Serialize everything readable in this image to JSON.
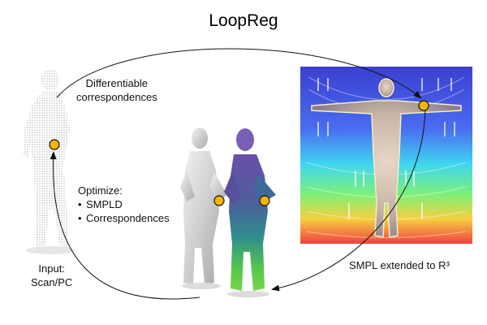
{
  "title": "LoopReg",
  "labels": {
    "differentiable": [
      "Differentiable",
      "correspondences"
    ],
    "optimize_heading": "Optimize:",
    "optimize_items": [
      "SMPLD",
      "Correspondences"
    ],
    "input": [
      "Input:",
      "Scan/PC"
    ],
    "smpl_extended": "SMPL extended to R³"
  },
  "colors": {
    "marker_fill": "#f4b400",
    "marker_stroke": "#111111",
    "arrow": "#111111",
    "field_blue": "#3a4fd6"
  },
  "icons": {
    "scan": "point-cloud-human-icon",
    "mesh_gray": "gray-mesh-human-icon",
    "mesh_colored": "colored-mesh-human-icon",
    "smpl_field": "smpl-distance-field-icon"
  }
}
